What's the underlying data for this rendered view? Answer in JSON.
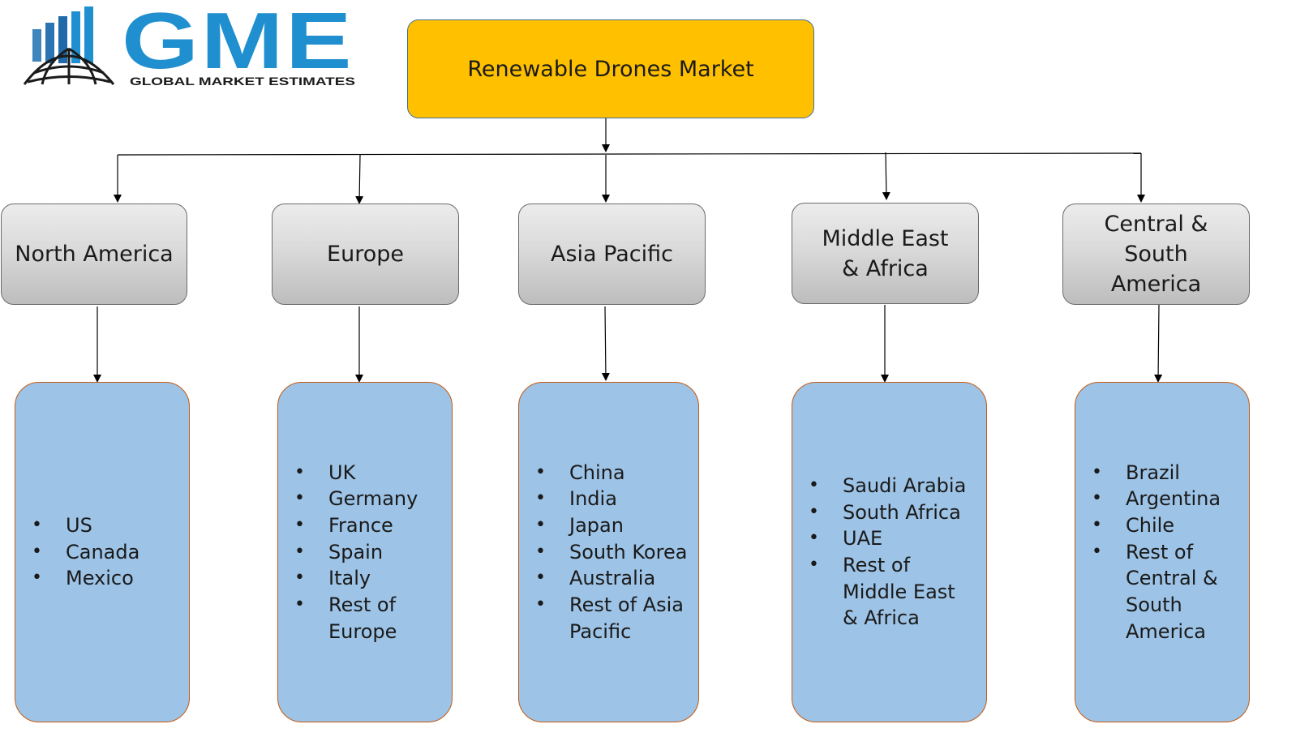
{
  "logo": {
    "mark": "GME",
    "tagline": "GLOBAL MARKET ESTIMATES",
    "colors": {
      "blue": "#1f8fcf",
      "dark": "#1b1b1b"
    }
  },
  "root": {
    "label": "Renewable Drones Market",
    "color": "#ffc000"
  },
  "regions": [
    {
      "label": "North America",
      "countries": [
        "US",
        "Canada",
        "Mexico"
      ]
    },
    {
      "label": "Europe",
      "countries": [
        "UK",
        "Germany",
        "France",
        "Spain",
        "Italy",
        "Rest of Europe"
      ]
    },
    {
      "label": "Asia Pacific",
      "countries": [
        "China",
        "India",
        "Japan",
        "South Korea",
        "Australia",
        "Rest of Asia Pacific"
      ]
    },
    {
      "label": "Middle East & Africa",
      "countries": [
        "Saudi Arabia",
        "South Africa",
        "UAE",
        "Rest of Middle East & Africa"
      ]
    },
    {
      "label": "Central & South America",
      "countries": [
        "Brazil",
        "Argentina",
        "Chile",
        "Rest of Central & South America"
      ]
    }
  ],
  "colors": {
    "region_fill": "#d0d0d0",
    "country_fill": "#9dc3e6",
    "country_border": "#c55a11",
    "connector": "#000000"
  }
}
